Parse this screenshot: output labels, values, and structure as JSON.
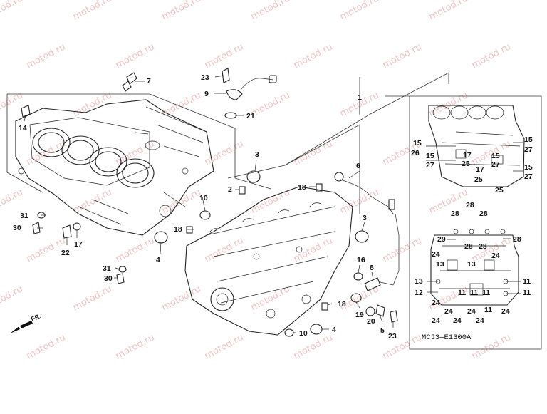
{
  "watermark": "motod.ru",
  "drawing_code": "MCJ3—E1300A",
  "direction_label": "FR.",
  "callouts": {
    "c1": "1",
    "c2": "2",
    "c3a": "3",
    "c3b": "3",
    "c4a": "4",
    "c4b": "4",
    "c5": "5",
    "c6": "6",
    "c7": "7",
    "c8": "8",
    "c9": "9",
    "c10a": "10",
    "c10b": "10",
    "c14": "14",
    "c16": "16",
    "c17": "17",
    "c18a": "18",
    "c18b": "18",
    "c18c": "18",
    "c19": "19",
    "c20": "20",
    "c21": "21",
    "c22": "22",
    "c23a": "23",
    "c23b": "23",
    "c30a": "30",
    "c30b": "30",
    "c31a": "31",
    "c31b": "31"
  },
  "inset_top": {
    "l15a": "15",
    "l26": "26",
    "l15b": "15",
    "l27a": "27",
    "l17a": "17",
    "l25a": "25",
    "l15c": "15",
    "l27b": "27",
    "l17b": "17",
    "l15d": "15",
    "l27c": "27",
    "l15e": "15",
    "l27d": "27",
    "l25b": "25",
    "l25c": "25"
  },
  "inset_bottom": {
    "l28a": "28",
    "l28b": "28",
    "l28c": "28",
    "l29": "29",
    "l28d": "28",
    "l24a": "24",
    "l28e": "28",
    "l28f": "28",
    "l24b": "24",
    "l13a": "13",
    "l13b": "13",
    "l13c": "13",
    "l11a": "11",
    "l12": "12",
    "l11b": "11",
    "l11c": "11",
    "l11d": "11",
    "l11e": "11",
    "l24c": "24",
    "l24d": "24",
    "l24e": "24",
    "l11f": "11",
    "l24f": "24",
    "l24g": "24",
    "l24h": "24",
    "l24i": "24"
  }
}
